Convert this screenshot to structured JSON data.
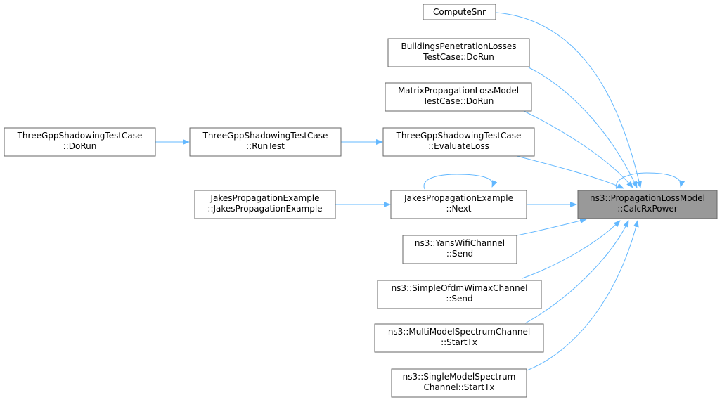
{
  "graph": {
    "nodes": {
      "compute_snr": [
        "ComputeSnr"
      ],
      "buildings_penetration": [
        "BuildingsPenetrationLosses",
        "TestCase::DoRun"
      ],
      "matrix_propagation": [
        "MatrixPropagationLossModel",
        "TestCase::DoRun"
      ],
      "evaluate_loss": [
        "ThreeGppShadowingTestCase",
        "::EvaluateLoss"
      ],
      "run_test": [
        "ThreeGppShadowingTestCase",
        "::RunTest"
      ],
      "shadowing_dorun": [
        "ThreeGppShadowingTestCase",
        "::DoRun"
      ],
      "jakes_ctor": [
        "JakesPropagationExample",
        "::JakesPropagationExample"
      ],
      "jakes_next": [
        "JakesPropagationExample",
        "::Next"
      ],
      "yans_send": [
        "ns3::YansWifiChannel",
        "::Send"
      ],
      "ofdm_send": [
        "ns3::SimpleOfdmWimaxChannel",
        "::Send"
      ],
      "multi_starttx": [
        "ns3::MultiModelSpectrumChannel",
        "::StartTx"
      ],
      "single_starttx": [
        "ns3::SingleModelSpectrum",
        "Channel::StartTx"
      ],
      "calc_rx_power": [
        "ns3::PropagationLossModel",
        "::CalcRxPower"
      ]
    },
    "focus_node": "calc_rx_power",
    "edge_color": "#63b8ff",
    "focus_fill": "#999999",
    "node_border": "#666666"
  }
}
